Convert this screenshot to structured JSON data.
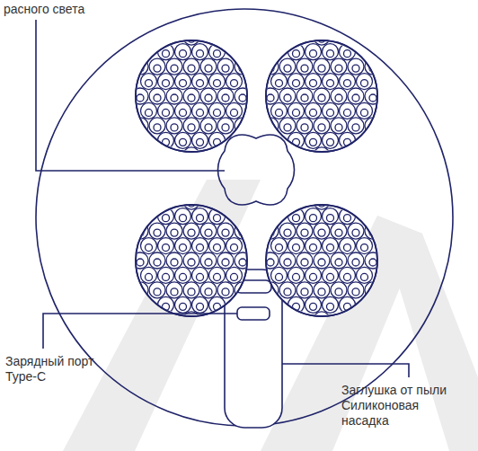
{
  "diagram": {
    "labels": [
      "расного света",
      "Зарядный порт Type-C",
      "Заглушка от пыли Силиконовая насадка"
    ]
  }
}
